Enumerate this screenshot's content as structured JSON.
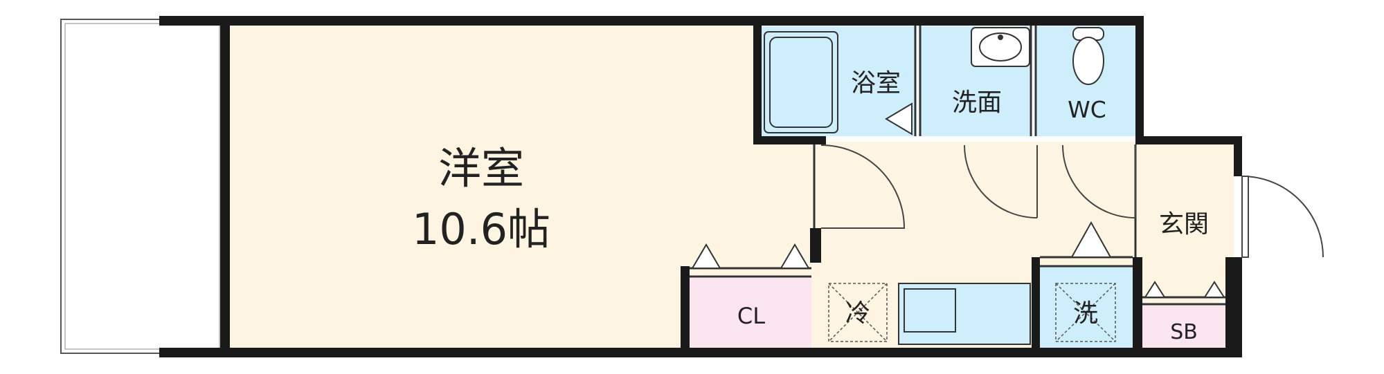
{
  "labels": {
    "main_room_name": "洋室",
    "main_room_size": "10.6帖",
    "bath": "浴室",
    "washroom": "洗面",
    "toilet": "WC",
    "entrance": "玄関",
    "closet": "CL",
    "fridge": "冷",
    "washer": "洗",
    "shoe_box": "SB"
  },
  "colors": {
    "room_fill": "#fdf5e1",
    "wet_fill": "#cfeefc",
    "storage_fill": "#fbe5ee",
    "wall": "#1a1a1a",
    "line": "#333333"
  }
}
